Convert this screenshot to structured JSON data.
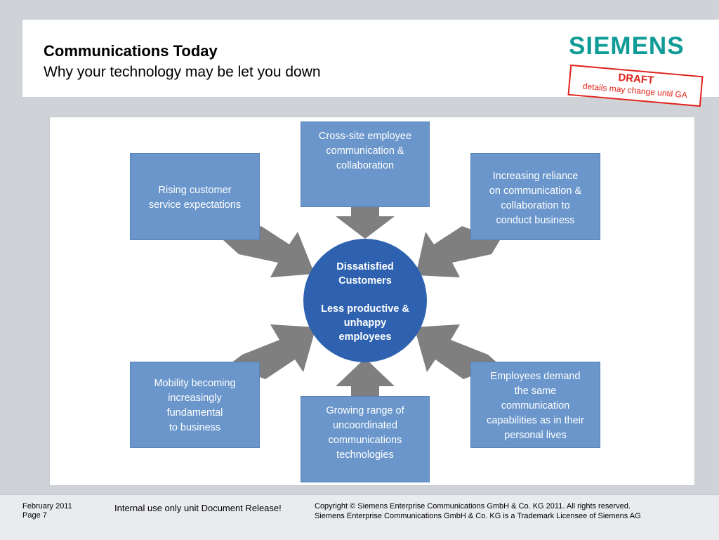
{
  "header": {
    "title": "Communications Today",
    "subtitle": "Why your technology may be let you down",
    "logo": "SIEMENS",
    "stamp": {
      "title": "DRAFT",
      "note": "details may change until GA"
    }
  },
  "diagram": {
    "center": {
      "line1": "Dissatisfied\nCustomers",
      "line2": "Less productive &\nunhappy\nemployees"
    },
    "nodes": [
      {
        "id": "top",
        "text": "Cross-site  employee\ncommunication &\ncollaboration"
      },
      {
        "id": "top-left",
        "text": "Rising customer\nservice expectations"
      },
      {
        "id": "top-right",
        "text": "Increasing  reliance\non communication &\ncollaboration to\nconduct business"
      },
      {
        "id": "bottom-left",
        "text": "Mobility becoming\nincreasingly\nfundamental\nto business"
      },
      {
        "id": "bottom",
        "text": "Growing range of\nuncoordinated\ncommunications\ntechnologies"
      },
      {
        "id": "bottom-right",
        "text": "Employees demand\nthe same\ncommunication\ncapabilities as in their\npersonal lives"
      }
    ],
    "colors": {
      "box": "#6a96cb",
      "center": "#2e62b0",
      "arrow": "#7f7f7f"
    }
  },
  "footer": {
    "date": "February 2011",
    "page": "Page 7",
    "notice": "Internal use only unit Document Release!",
    "copyright": "Copyright © Siemens Enterprise Communications GmbH & Co. KG 2011. All rights reserved.",
    "trademark": "Siemens Enterprise Communications GmbH & Co. KG is a Trademark Licensee of Siemens AG"
  }
}
